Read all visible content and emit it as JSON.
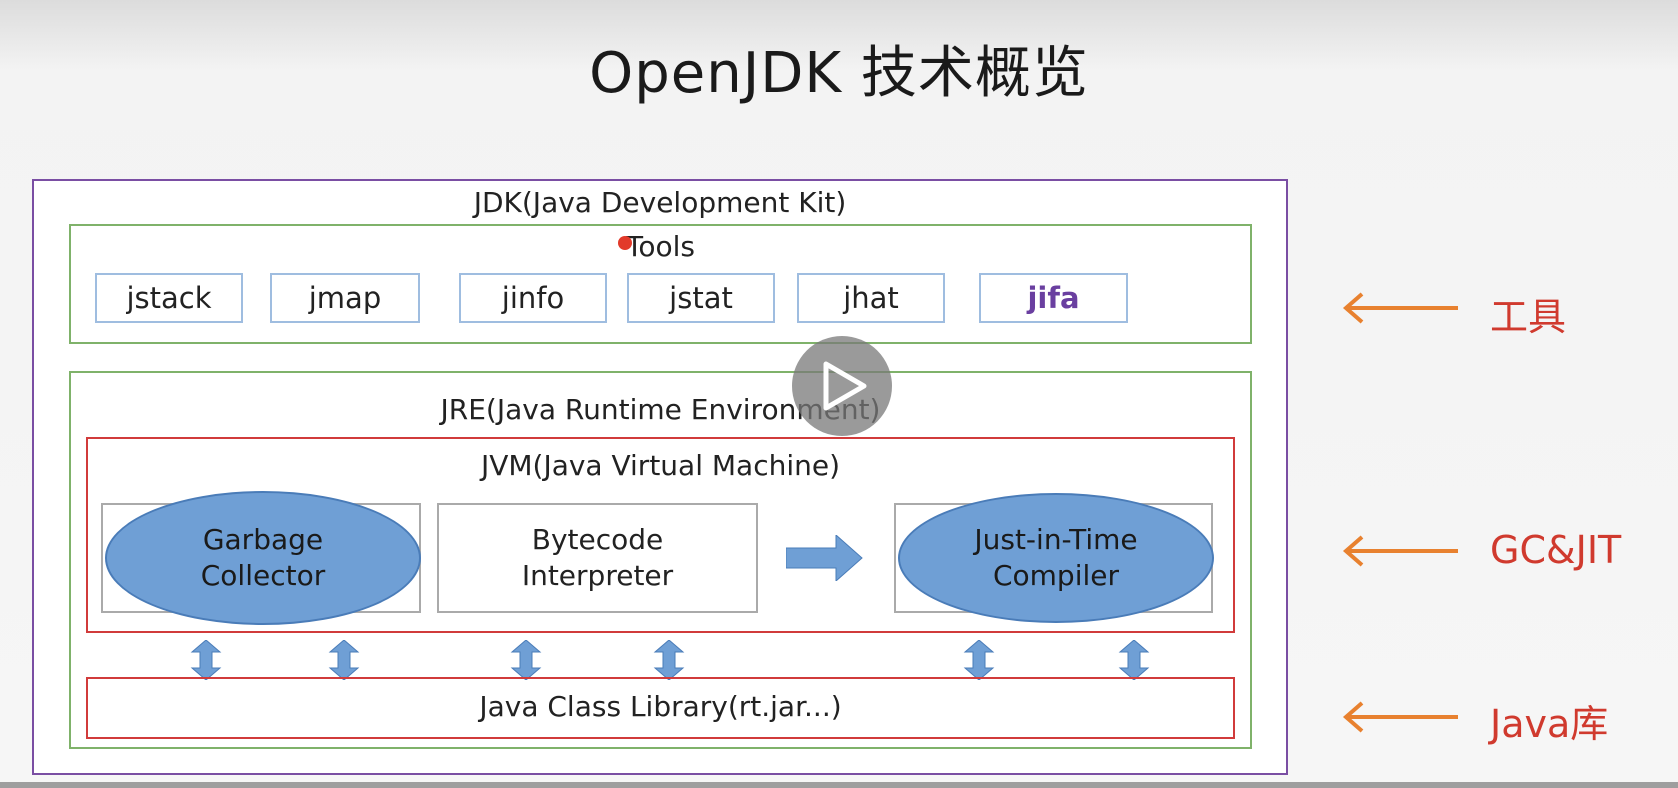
{
  "title": "OpenJDK 技术概览",
  "jdk_label": "JDK(Java Development Kit)",
  "tools": {
    "label": "Tools",
    "items": [
      "jstack",
      "jmap",
      "jinfo",
      "jstat",
      "jhat",
      "jifa"
    ]
  },
  "jre_label": "JRE(Java Runtime Environment)",
  "jvm": {
    "label": "JVM(Java Virtual Machine)",
    "gc": {
      "line1": "Garbage",
      "line2": "Collector"
    },
    "interpreter": {
      "line1": "Bytecode",
      "line2": "Interpreter"
    },
    "jit": {
      "line1": "Just-in-Time",
      "line2": "Compiler"
    }
  },
  "library_label": "Java Class Library(rt.jar...)",
  "side_labels": {
    "tools": "工具",
    "gc_jit": "GC&JIT",
    "java_lib": "Java库"
  },
  "colors": {
    "jdk_border": "#7a4ea3",
    "tools_border": "#7fb26a",
    "jvm_border": "#d13b3b",
    "ellipse_fill": "#6f9fd5",
    "arrow_blue": "#6f9fd5",
    "side_arrow": "#e8812f",
    "side_text": "#d03a2e",
    "jifa_text": "#6a3fa0"
  }
}
